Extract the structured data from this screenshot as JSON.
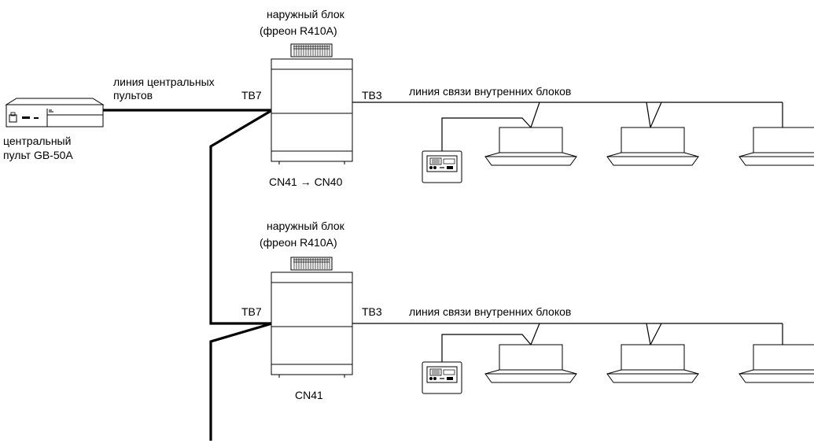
{
  "central_controller": {
    "line1": "центральный",
    "line2": "пульт GB-50A"
  },
  "central_line": {
    "line1": "линия центральных",
    "line2": "пультов"
  },
  "outdoor_units": [
    {
      "title1": "наружный блок",
      "title2": "(фреон R410A)",
      "tb7": "TB7",
      "tb3": "TB3",
      "connector": "CN41 → CN40",
      "indoor_line": "линия связи внутренних блоков"
    },
    {
      "title1": "наружный блок",
      "title2": "(фреон R410A)",
      "tb7": "TB7",
      "tb3": "TB3",
      "connector": "CN41",
      "indoor_line": "линия связи внутренних блоков"
    }
  ]
}
